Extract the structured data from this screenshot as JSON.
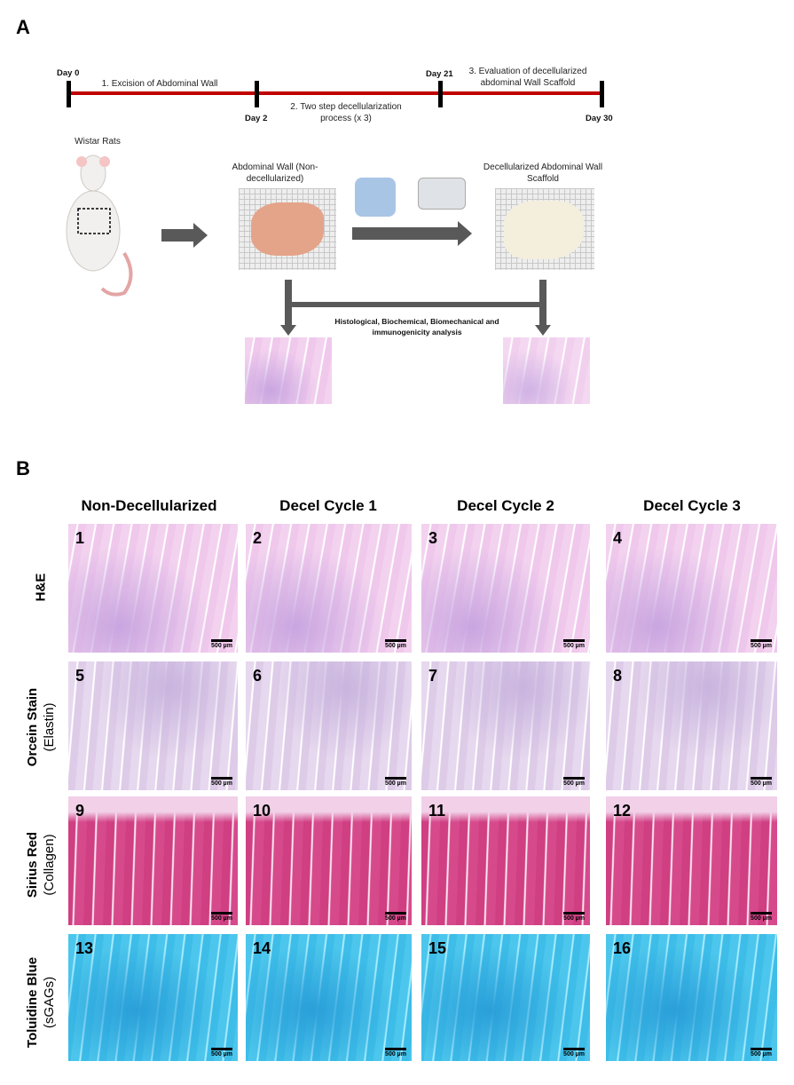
{
  "panel_a": {
    "label": "A",
    "timeline": {
      "days": [
        "Day 0",
        "Day 2",
        "Day 21",
        "Day 30"
      ],
      "steps": [
        "1. Excision of Abdominal Wall",
        "2. Two step decellularization process (x 3)",
        "3. Evaluation of decellularized abdominal Wall Scaffold"
      ],
      "line_color": "#c00000"
    },
    "rat_label": "Wistar Rats",
    "native_label": "Abdominal Wall (Non-decellularized)",
    "decel_label": "Decellularized Abdominal Wall Scaffold",
    "analysis_label": "Histological, Biochemical, Biomechanical and immunogenicity analysis"
  },
  "panel_b": {
    "label": "B",
    "columns": [
      "Non-Decellularized",
      "Decel Cycle 1",
      "Decel Cycle 2",
      "Decel Cycle 3"
    ],
    "rows": [
      {
        "name": "H&E",
        "sub": ""
      },
      {
        "name": "Orcein Stain",
        "sub": "(Elastin)"
      },
      {
        "name": "Sirius Red",
        "sub": "(Collagen)"
      },
      {
        "name": "Toluidine Blue",
        "sub": "(sGAGs)"
      }
    ],
    "scale_bar": "500 µm",
    "panel_numbers": [
      "1",
      "2",
      "3",
      "4",
      "5",
      "6",
      "7",
      "8",
      "9",
      "10",
      "11",
      "12",
      "13",
      "14",
      "15",
      "16"
    ]
  }
}
